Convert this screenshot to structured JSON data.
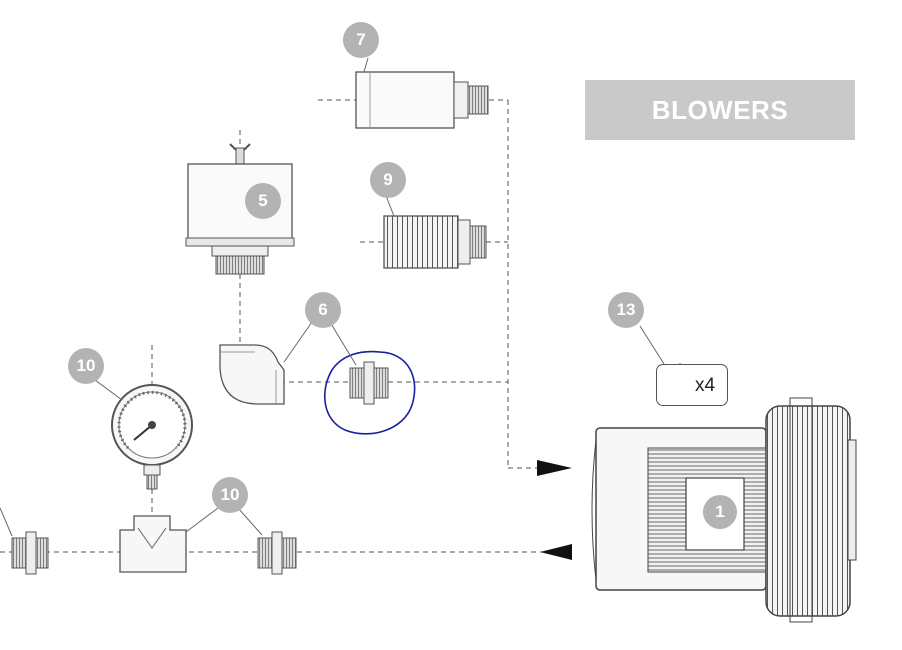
{
  "title": "BLOWERS",
  "callouts": {
    "c7": "7",
    "c5": "5",
    "c9": "9",
    "c6": "6",
    "c13": "13",
    "c10a": "10",
    "c10b": "10",
    "c1": "1"
  },
  "quantity_label": "x4",
  "colors": {
    "badge": "#b3b3b3",
    "banner": "#c9c9c9",
    "line": "#555555",
    "highlight": "#1a1f9c"
  },
  "icons": [
    "filter-cartridge-icon",
    "air-filter-icon",
    "elbow-fitting-icon",
    "nipple-fitting-icon",
    "pressure-gauge-icon",
    "tee-fitting-icon",
    "blower-motor-icon",
    "arrow-icon"
  ]
}
